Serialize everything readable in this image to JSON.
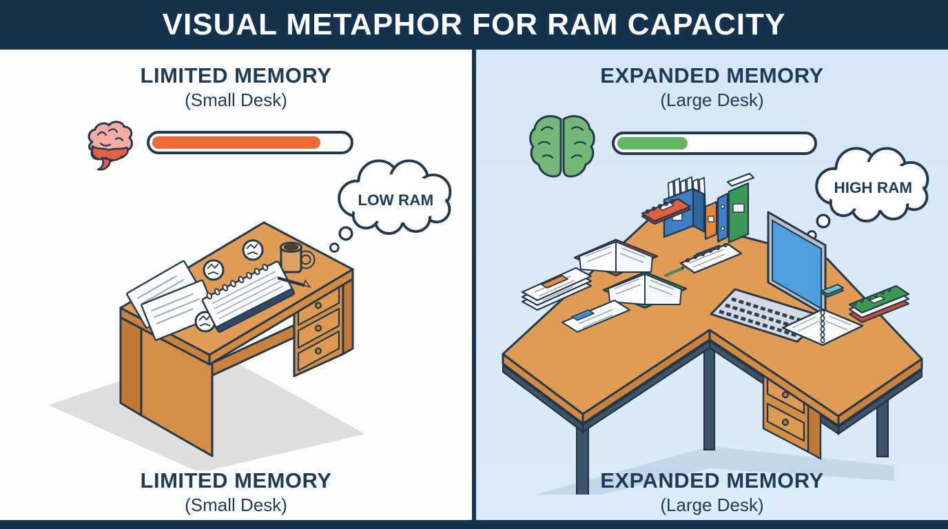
{
  "title": "VISUAL METAPHOR FOR RAM CAPACITY",
  "panels": {
    "left": {
      "heading": "LIMITED MEMORY",
      "subheading": "(Small Desk)",
      "thought_bubble": "LOW RAM",
      "ram_bar": {
        "fill_percent": 86,
        "fill_color": "#EC6A34"
      },
      "footer_heading": "LIMITED MEMORY",
      "footer_subheading": "(Small Desk)",
      "brain_icon": "red-pink side-view brain",
      "desk_type": "small wooden desk with 3 drawers, loose papers, crumpled paper balls, coffee mug, spiral notebook, pencil"
    },
    "right": {
      "heading": "EXPANDED MEMORY",
      "subheading": "(Large Desk)",
      "thought_bubble": "HIGH RAM",
      "ram_bar": {
        "fill_percent": 36,
        "fill_color": "#5FB766"
      },
      "footer_heading": "EXPANDED MEMORY",
      "footer_subheading": "(Large Desk)",
      "brain_icon": "green top-view brain",
      "desk_type": "large L-shaped desk with laptop, open books, binders, file organizer, notebooks, sticky notes, drawers"
    }
  },
  "colors": {
    "header_bg": "#14314E",
    "outline_navy": "#24384D",
    "text_navy": "#1F3A57",
    "ram_low_fill": "#EC6A34",
    "ram_high_fill": "#5FB766",
    "left_panel_bg": "#FDFEFF",
    "right_panel_bg": "#D8E9F7",
    "desk_wood": "#E09B54"
  }
}
